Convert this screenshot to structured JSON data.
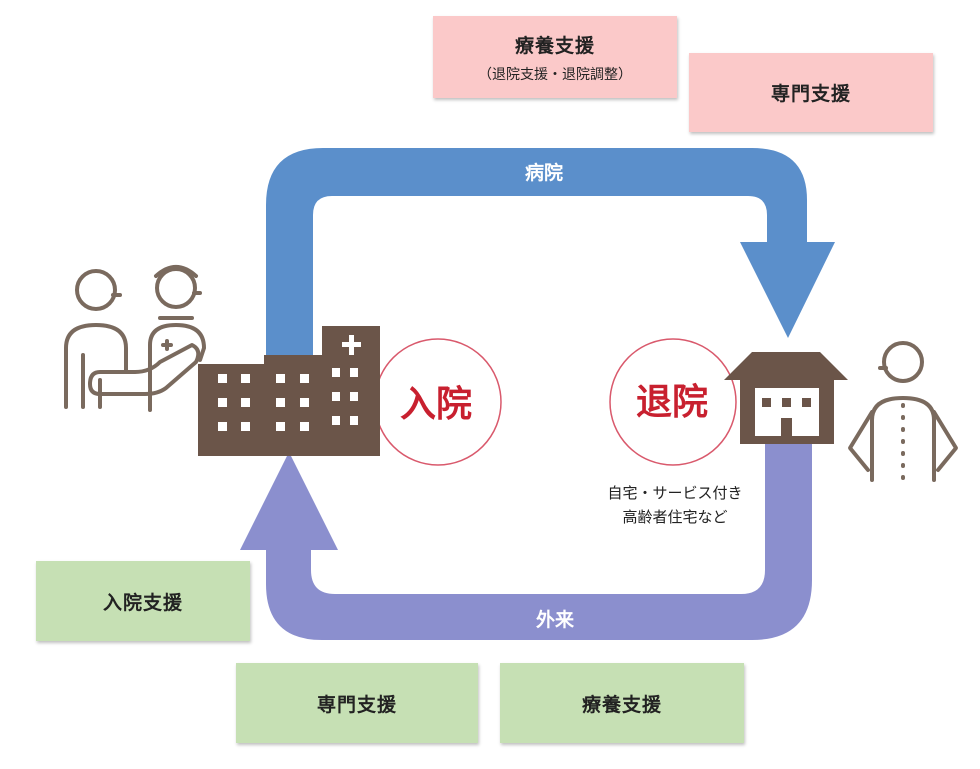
{
  "top_support": {
    "ryoyo": {
      "title": "療養支援",
      "subtitle": "（退院支援・退院調整）"
    },
    "senmon": {
      "title": "専門支援"
    }
  },
  "bottom_support": {
    "nyuin": {
      "title": "入院支援"
    },
    "senmon": {
      "title": "専門支援"
    },
    "ryoyo": {
      "title": "療養支援"
    }
  },
  "cycle": {
    "top_label": "病院",
    "bottom_label": "外来"
  },
  "stages": {
    "admission": "入院",
    "discharge": "退院"
  },
  "destination_note": {
    "line1": "自宅・サービス付き",
    "line2": "高齢者住宅など"
  },
  "icons": [
    "patient-person-icon",
    "nurse-person-icon",
    "hospital-building-icon",
    "house-icon",
    "standing-person-icon"
  ],
  "colors": {
    "hospital_arrow": "#5b8fcb",
    "outpatient_arrow": "#8b8fce",
    "stage_circle": "#d9596c",
    "stage_text": "#c8202f",
    "building": "#6b5549",
    "figure_line": "#7a6a5e",
    "pink_box": "#fbc9c9",
    "green_box": "#c6e0b4"
  }
}
